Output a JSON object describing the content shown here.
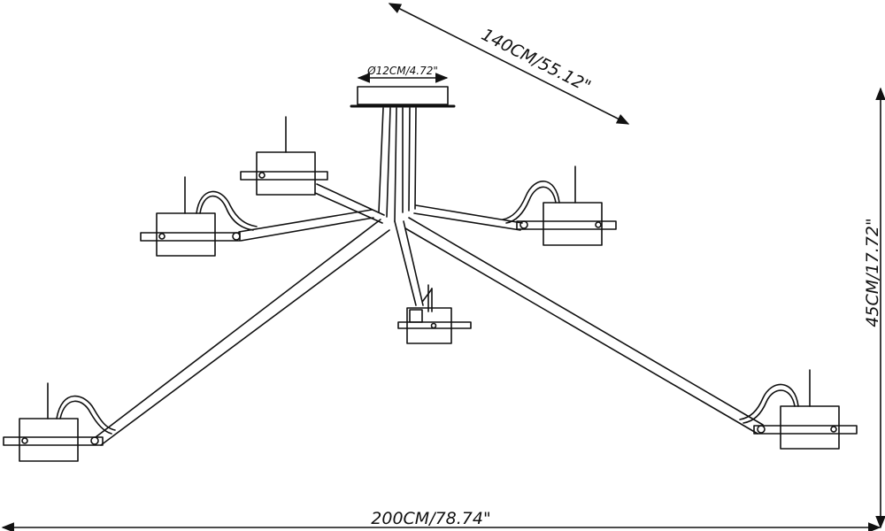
{
  "drawing": {
    "title": "",
    "canopy_diameter": "Ø12CM/4.72\"",
    "span_diagonal": "140CM/55.12\"",
    "height": "45CM/17.72\"",
    "overall_width": "200CM/78.74\""
  },
  "colors": {
    "line": "#111111",
    "background": "#ffffff"
  }
}
